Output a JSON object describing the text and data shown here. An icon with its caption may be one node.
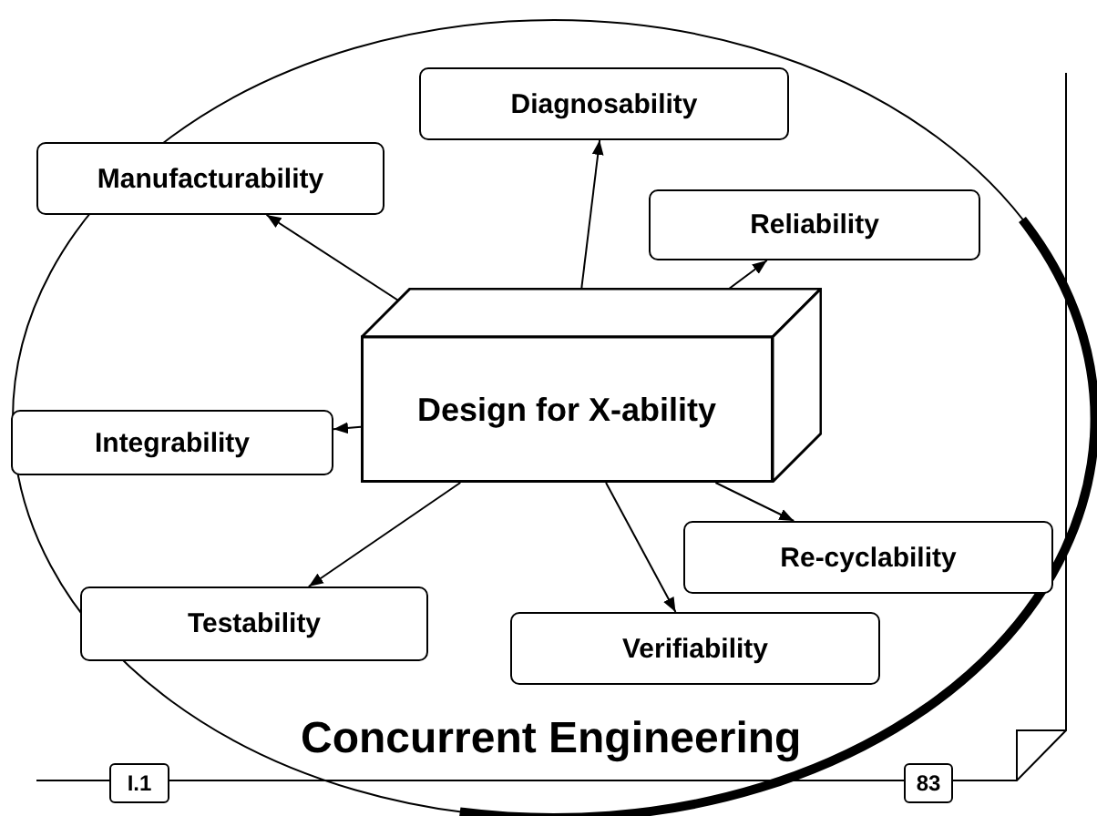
{
  "diagram": {
    "nodes": [
      {
        "text": [
          "Concurrent Engineering"
        ]
      },
      {
        "text": [
          "Diagnosability"
        ],
        "in": 0
      },
      {
        "text": [
          "Manufacturability"
        ],
        "in": 0
      },
      {
        "text": [
          "Reliability"
        ],
        "in": 0
      },
      {
        "text": [
          "Design for X-ability"
        ],
        "in": 0
      },
      {
        "text": [
          "Integrability"
        ],
        "in": 0
      },
      {
        "text": [
          "Re-cyclability"
        ],
        "in": 0
      },
      {
        "text": [
          "Testability"
        ],
        "in": 0
      },
      {
        "text": [
          "Verifiability"
        ],
        "in": 0
      },
      {
        "text": [
          "I.1"
        ]
      },
      {
        "text": [
          "83"
        ]
      }
    ],
    "edges": [
      {
        "from": 4,
        "to": 2,
        "arrow": "to"
      },
      {
        "from": 4,
        "to": 1,
        "arrow": "to"
      },
      {
        "from": 4,
        "to": 3,
        "arrow": "to"
      },
      {
        "from": 4,
        "to": 5,
        "arrow": "to"
      },
      {
        "from": 4,
        "to": 7,
        "arrow": "to"
      },
      {
        "from": 4,
        "to": 8,
        "arrow": "to"
      },
      {
        "from": 4,
        "to": 6,
        "arrow": "to"
      }
    ]
  }
}
